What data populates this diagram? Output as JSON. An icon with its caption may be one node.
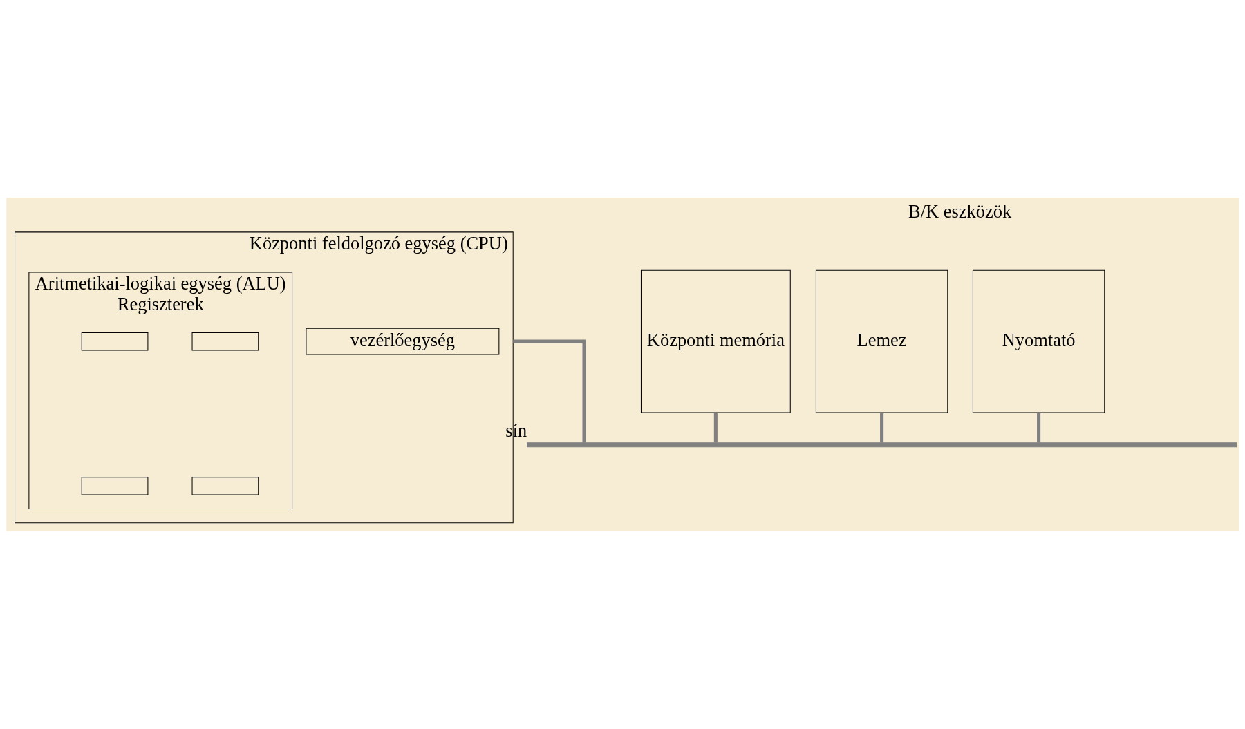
{
  "diagram": {
    "nodes": [
      {
        "text": [
          "Központi feldolgozó egység (CPU)"
        ]
      },
      {
        "text": [
          "vezérlőegység"
        ],
        "in": 0
      },
      {
        "text": [
          "Aritmetikai-logikai egység (ALU)",
          "Regiszterek"
        ],
        "in": 0
      },
      {
        "text": [],
        "shape": "box",
        "in": 2
      },
      {
        "text": [],
        "shape": "box",
        "in": 2
      },
      {
        "text": [],
        "shape": "box",
        "in": 2
      },
      {
        "text": [],
        "shape": "box",
        "in": 2
      },
      {
        "text": [
          "Központi memória"
        ]
      },
      {
        "text": [
          "Lemez"
        ]
      },
      {
        "text": [
          "Nyomtató"
        ]
      },
      {
        "text": [],
        "shape": "bar",
        "beside": [
          "sín"
        ]
      }
    ],
    "edges": [
      {
        "from": 0,
        "to": 10,
        "arrow": "none"
      },
      {
        "from": 7,
        "to": 10,
        "arrow": "none"
      },
      {
        "from": 8,
        "to": 10,
        "arrow": "none"
      },
      {
        "from": 9,
        "to": 10,
        "arrow": "none"
      }
    ],
    "labels": [
      "B/K eszközök"
    ]
  }
}
